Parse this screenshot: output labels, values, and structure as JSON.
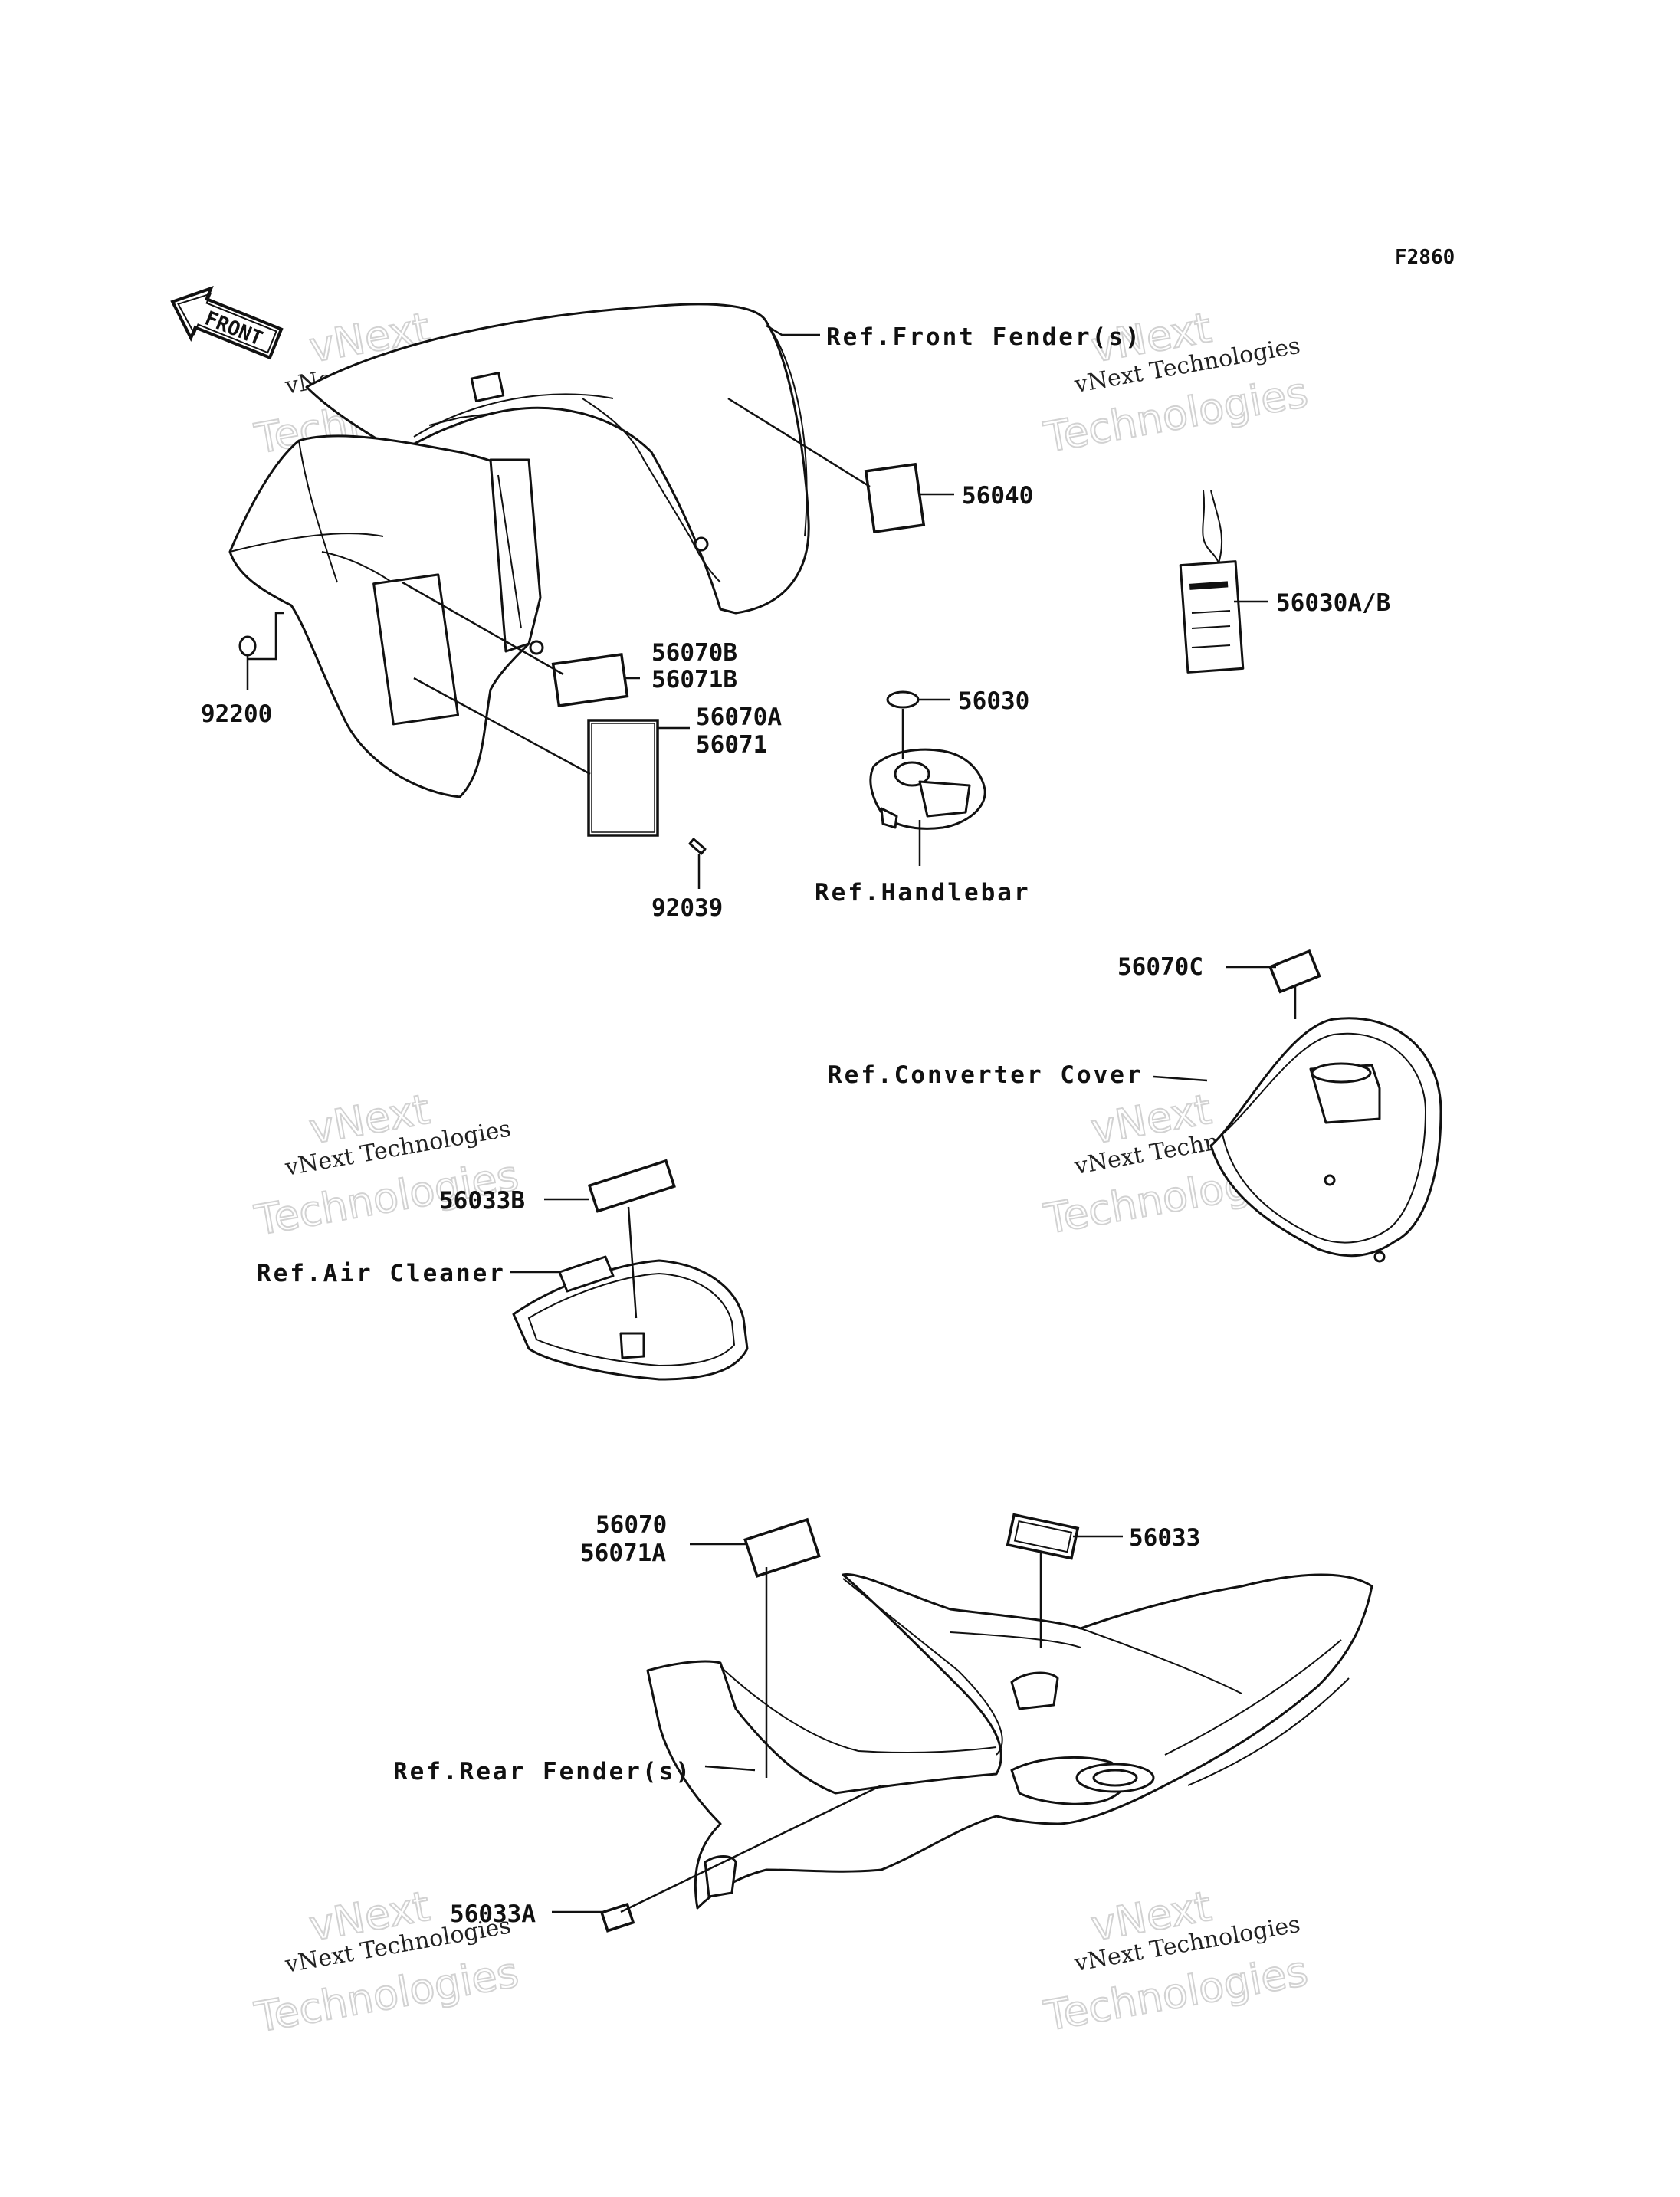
{
  "figure_code": "F2860",
  "front_arrow_label": "FRONT",
  "watermark": {
    "line1": "vNext Technologies",
    "line2": "vNext",
    "line3": "Technologies"
  },
  "labels": {
    "ref_front_fender": "Ref.Front Fender(s)",
    "p56040": "56040",
    "p56030ab": "56030A/B",
    "p56070b": "56070B",
    "p56071b": "56071B",
    "p92200": "92200",
    "p56070a": "56070A",
    "p56071": "56071",
    "p56030": "56030",
    "ref_handlebar": "Ref.Handlebar",
    "p92039": "92039",
    "p56070c": "56070C",
    "ref_converter_cover": "Ref.Converter Cover",
    "p56033b": "56033B",
    "ref_air_cleaner": "Ref.Air Cleaner",
    "p56070": "56070",
    "p56071a": "56071A",
    "p56033": "56033",
    "ref_rear_fender": "Ref.Rear Fender(s)",
    "p56033a": "56033A"
  }
}
